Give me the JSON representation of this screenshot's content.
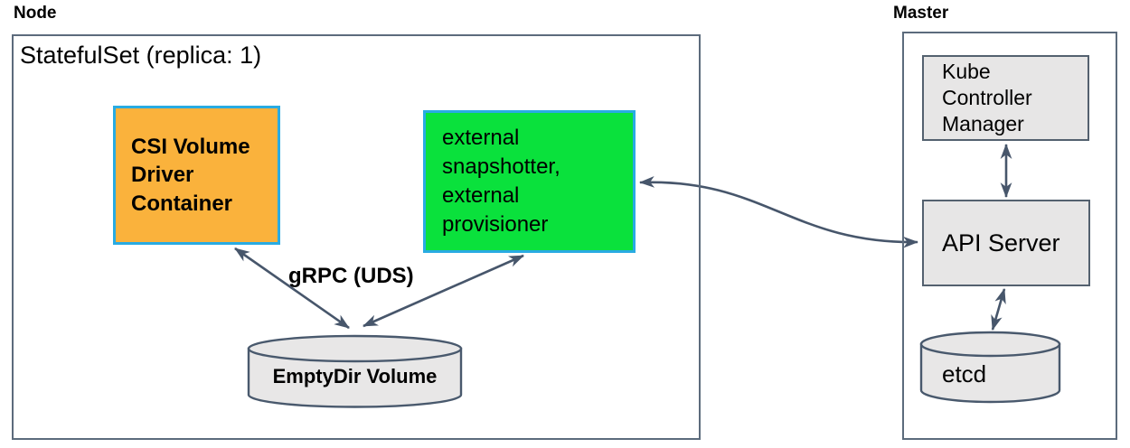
{
  "node": {
    "label": "Node",
    "statefulset_title": "StatefulSet (replica: 1)",
    "csi_driver_label": "CSI Volume Driver Container",
    "external_label": "external snapshotter, external provisioner",
    "grpc_label": "gRPC (UDS)",
    "emptydir_label": "EmptyDir Volume"
  },
  "master": {
    "label": "Master",
    "kcm_label": "Kube Controller Manager",
    "api_server_label": "API Server",
    "etcd_label": "etcd"
  },
  "colors": {
    "csi_box_fill": "#fab23c",
    "external_box_fill": "#0ae13c",
    "component_border": "#29abe2",
    "gray_box_fill": "#e7e6e6",
    "boundary_border": "#5c6b7c",
    "arrow": "#47566b",
    "cylinder_fill": "#e8e7e7"
  }
}
